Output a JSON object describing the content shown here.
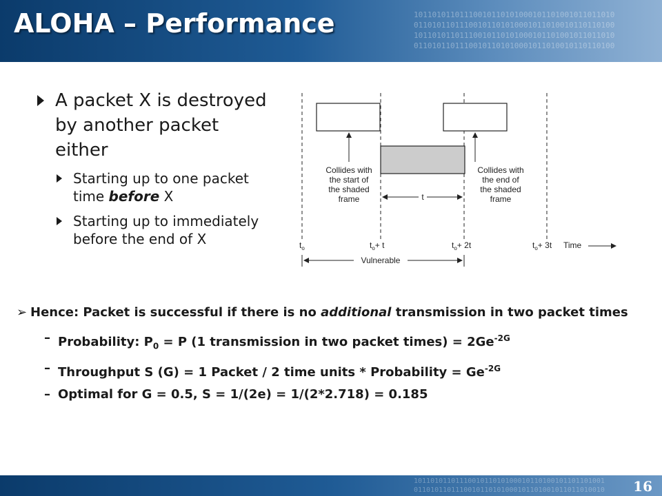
{
  "slide": {
    "title": "ALOHA – Performance",
    "page_number": "16"
  },
  "bullets": {
    "main": "A packet X is destroyed by another packet either",
    "sub1_pre": "Starting up to one packet time ",
    "sub1_em": "before",
    "sub1_post": " X",
    "sub2": "Starting up to immediately before the end of X"
  },
  "diagram": {
    "left_label": [
      "Collides with",
      "the start of",
      "the shaded",
      "frame"
    ],
    "right_label": [
      "Collides with",
      "the end of",
      "the shaded",
      "frame"
    ],
    "t_label": "t",
    "tick0": "t",
    "tick1": "t",
    "tick1_suffix": "+ t",
    "tick2": "t",
    "tick2_suffix": "+ 2t",
    "tick3": "t",
    "tick3_suffix": "+ 3t",
    "tick_sub": "o",
    "time_label": "Time",
    "vulnerable_label": "Vulnerable"
  },
  "lower": {
    "hence_pre": "Hence: Packet is successful if there is no ",
    "hence_em": "additional",
    "hence_post": " transmission in two packet times",
    "prob_pre": "Probability: P",
    "prob_sub": "0",
    "prob_mid": " = P (1 transmission in two packet times) = 2Ge",
    "prob_sup": "-2G",
    "thr_pre": "Throughput S (G) = 1 Packet / 2 time units * Probability = Ge",
    "thr_sup": "-2G",
    "optimal": "Optimal for G = 0.5,  S = 1/(2e) = 1/(2*2.718) = 0.185"
  }
}
